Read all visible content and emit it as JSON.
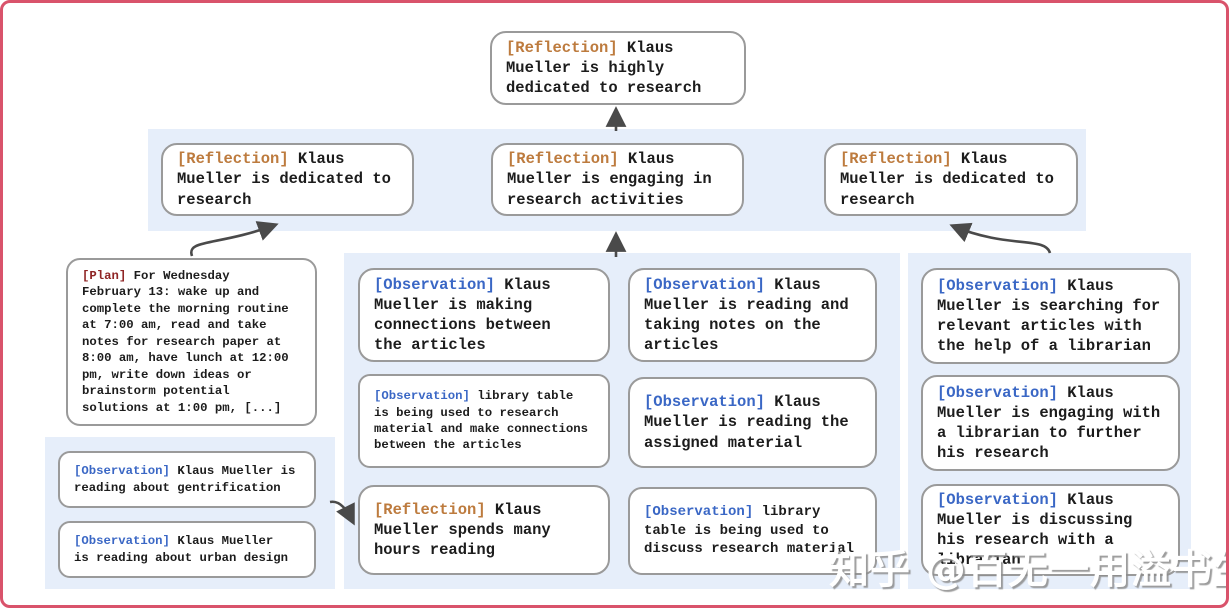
{
  "watermark": "知乎 @百无一用溢书生",
  "colors": {
    "frame_border": "#d9536b",
    "band_bg": "#e6eefa",
    "box_border": "#9a9a9a",
    "arrow": "#4a4a4a",
    "reflection_tag": "#bd7b3e",
    "observation_tag": "#3a67c5",
    "plan_tag": "#8f2525",
    "body_text": "#1c1c1c"
  },
  "boxes": {
    "top_reflection": {
      "tag": "[Reflection]",
      "text": " Klaus\nMueller is highly\ndedicated to research"
    },
    "row2_left": {
      "tag": "[Reflection]",
      "text": " Klaus\nMueller is dedicated to\nresearch"
    },
    "row2_mid": {
      "tag": "[Reflection]",
      "text": " Klaus\nMueller is engaging in\nresearch activities"
    },
    "row2_right": {
      "tag": "[Reflection]",
      "text": " Klaus\nMueller is dedicated to\nresearch"
    },
    "plan": {
      "tag": "[Plan]",
      "text": " For Wednesday\nFebruary 13: wake up and\ncomplete the morning routine\nat 7:00 am, read and take\nnotes for research paper at\n8:00 am, have lunch at 12:00\npm, write down ideas or\nbrainstorm potential\nsolutions at 1:00 pm, [...]"
    },
    "left_obs_1": {
      "tag": "[Observation]",
      "text": " Klaus Mueller is\nreading about gentrification"
    },
    "left_obs_2": {
      "tag": "[Observation]",
      "text": " Klaus Mueller\nis reading about urban design"
    },
    "mid_a1": {
      "tag": "[Observation]",
      "text": " Klaus\nMueller is making\nconnections between\nthe articles"
    },
    "mid_a2": {
      "tag": "[Observation]",
      "text": " library table\nis being used to research\nmaterial and make connections\nbetween the articles"
    },
    "mid_a3": {
      "tag": "[Reflection]",
      "text": " Klaus\nMueller spends many\nhours reading"
    },
    "mid_b1": {
      "tag": "[Observation]",
      "text": " Klaus\nMueller is reading and\ntaking notes on the\narticles"
    },
    "mid_b2": {
      "tag": "[Observation]",
      "text": " Klaus\nMueller is reading the\nassigned material"
    },
    "mid_b3": {
      "tag": "[Observation]",
      "text": " library\ntable is being used to\ndiscuss research material"
    },
    "right_1": {
      "tag": "[Observation]",
      "text": " Klaus\nMueller is searching for\nrelevant articles with\nthe help of a librarian"
    },
    "right_2": {
      "tag": "[Observation]",
      "text": " Klaus\nMueller is engaging with\na librarian to further\nhis research"
    },
    "right_3": {
      "tag": "[Observation]",
      "text": " Klaus\nMueller is discussing\nhis research with a\nlibrarian"
    }
  }
}
